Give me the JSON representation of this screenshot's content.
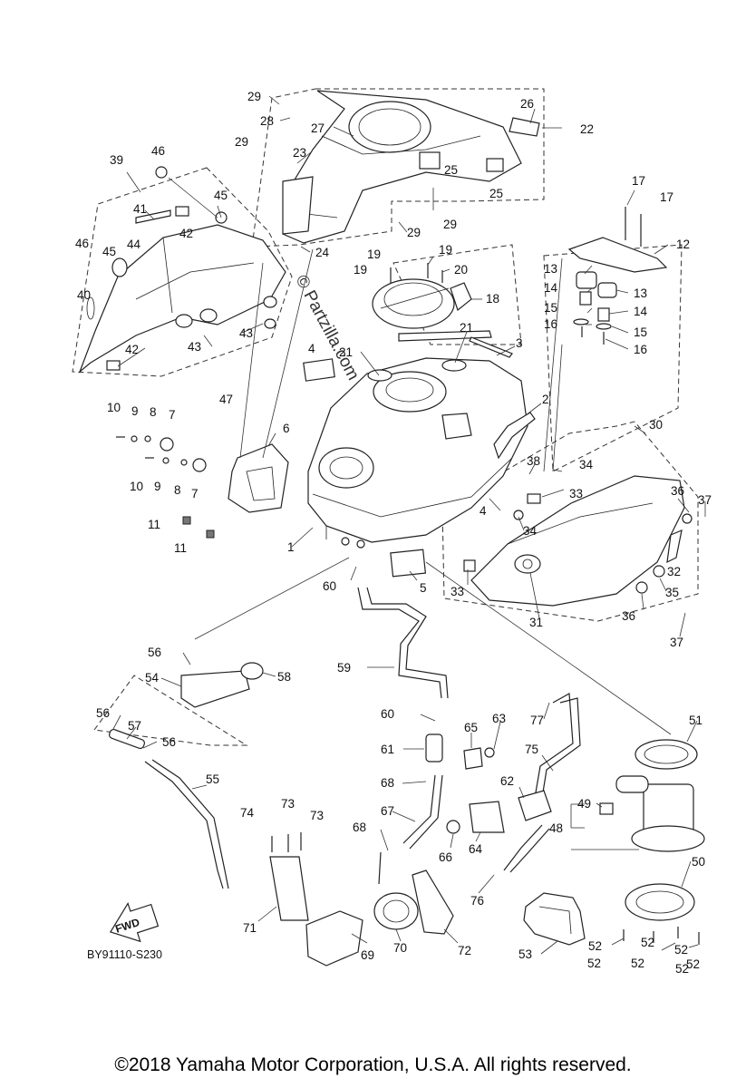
{
  "diagram": {
    "code": "BY91110-S230",
    "copyright": "©2018 Yamaha Motor Corporation, U.S.A. All rights reserved.",
    "watermark": "© Partzilla.com",
    "fwd_label": "FWD",
    "callouts": [
      {
        "id": "c29a",
        "label": "29"
      },
      {
        "id": "c28",
        "label": "28"
      },
      {
        "id": "c27",
        "label": "27"
      },
      {
        "id": "c26",
        "label": "26"
      },
      {
        "id": "c22",
        "label": "22"
      },
      {
        "id": "c29b",
        "label": "29"
      },
      {
        "id": "c23",
        "label": "23"
      },
      {
        "id": "c25a",
        "label": "25"
      },
      {
        "id": "c25b",
        "label": "25"
      },
      {
        "id": "c46a",
        "label": "46"
      },
      {
        "id": "c39",
        "label": "39"
      },
      {
        "id": "c45a",
        "label": "45"
      },
      {
        "id": "c41",
        "label": "41"
      },
      {
        "id": "c42a",
        "label": "42"
      },
      {
        "id": "c29c",
        "label": "29"
      },
      {
        "id": "c29d",
        "label": "29"
      },
      {
        "id": "c24",
        "label": "24"
      },
      {
        "id": "c17a",
        "label": "17"
      },
      {
        "id": "c17b",
        "label": "17"
      },
      {
        "id": "c12",
        "label": "12"
      },
      {
        "id": "c46b",
        "label": "46"
      },
      {
        "id": "c45b",
        "label": "45"
      },
      {
        "id": "c44",
        "label": "44"
      },
      {
        "id": "c19a",
        "label": "19"
      },
      {
        "id": "c19b",
        "label": "19"
      },
      {
        "id": "c19c",
        "label": "19"
      },
      {
        "id": "c20",
        "label": "20"
      },
      {
        "id": "c13a",
        "label": "13"
      },
      {
        "id": "c14a",
        "label": "14"
      },
      {
        "id": "c13b",
        "label": "13"
      },
      {
        "id": "c40",
        "label": "40"
      },
      {
        "id": "c18",
        "label": "18"
      },
      {
        "id": "c15a",
        "label": "15"
      },
      {
        "id": "c14b",
        "label": "14"
      },
      {
        "id": "c43a",
        "label": "43"
      },
      {
        "id": "c16a",
        "label": "16"
      },
      {
        "id": "c15b",
        "label": "15"
      },
      {
        "id": "c42b",
        "label": "42"
      },
      {
        "id": "c43b",
        "label": "43"
      },
      {
        "id": "c21a",
        "label": "21"
      },
      {
        "id": "c3",
        "label": "3"
      },
      {
        "id": "c16b",
        "label": "16"
      },
      {
        "id": "c4a",
        "label": "4"
      },
      {
        "id": "c21b",
        "label": "21"
      },
      {
        "id": "c47",
        "label": "47"
      },
      {
        "id": "c2",
        "label": "2"
      },
      {
        "id": "c10a",
        "label": "10"
      },
      {
        "id": "c9a",
        "label": "9"
      },
      {
        "id": "c8a",
        "label": "8"
      },
      {
        "id": "c7a",
        "label": "7"
      },
      {
        "id": "c6",
        "label": "6"
      },
      {
        "id": "c30",
        "label": "30"
      },
      {
        "id": "c38",
        "label": "38"
      },
      {
        "id": "c34a",
        "label": "34"
      },
      {
        "id": "c10b",
        "label": "10"
      },
      {
        "id": "c9b",
        "label": "9"
      },
      {
        "id": "c8b",
        "label": "8"
      },
      {
        "id": "c7b",
        "label": "7"
      },
      {
        "id": "c33a",
        "label": "33"
      },
      {
        "id": "c36a",
        "label": "36"
      },
      {
        "id": "c37a",
        "label": "37"
      },
      {
        "id": "c4b",
        "label": "4"
      },
      {
        "id": "c11a",
        "label": "11"
      },
      {
        "id": "c34b",
        "label": "34"
      },
      {
        "id": "c11b",
        "label": "11"
      },
      {
        "id": "c1",
        "label": "1"
      },
      {
        "id": "c32",
        "label": "32"
      },
      {
        "id": "c5",
        "label": "5"
      },
      {
        "id": "c33b",
        "label": "33"
      },
      {
        "id": "c35",
        "label": "35"
      },
      {
        "id": "c60a",
        "label": "60"
      },
      {
        "id": "c31",
        "label": "31"
      },
      {
        "id": "c36b",
        "label": "36"
      },
      {
        "id": "c37b",
        "label": "37"
      },
      {
        "id": "c56a",
        "label": "56"
      },
      {
        "id": "c59",
        "label": "59"
      },
      {
        "id": "c54",
        "label": "54"
      },
      {
        "id": "c58",
        "label": "58"
      },
      {
        "id": "c60b",
        "label": "60"
      },
      {
        "id": "c56b",
        "label": "56"
      },
      {
        "id": "c57",
        "label": "57"
      },
      {
        "id": "c63",
        "label": "63"
      },
      {
        "id": "c77",
        "label": "77"
      },
      {
        "id": "c51",
        "label": "51"
      },
      {
        "id": "c56c",
        "label": "56"
      },
      {
        "id": "c65",
        "label": "65"
      },
      {
        "id": "c61",
        "label": "61"
      },
      {
        "id": "c75",
        "label": "75"
      },
      {
        "id": "c55",
        "label": "55"
      },
      {
        "id": "c68a",
        "label": "68"
      },
      {
        "id": "c62",
        "label": "62"
      },
      {
        "id": "c49",
        "label": "49"
      },
      {
        "id": "c67",
        "label": "67"
      },
      {
        "id": "c48",
        "label": "48"
      },
      {
        "id": "c74",
        "label": "74"
      },
      {
        "id": "c73a",
        "label": "73"
      },
      {
        "id": "c73b",
        "label": "73"
      },
      {
        "id": "c68b",
        "label": "68"
      },
      {
        "id": "c66",
        "label": "66"
      },
      {
        "id": "c64",
        "label": "64"
      },
      {
        "id": "c50",
        "label": "50"
      },
      {
        "id": "c76",
        "label": "76"
      },
      {
        "id": "c71",
        "label": "71"
      },
      {
        "id": "c72",
        "label": "72"
      },
      {
        "id": "c53",
        "label": "53"
      },
      {
        "id": "c52a",
        "label": "52"
      },
      {
        "id": "c52b",
        "label": "52"
      },
      {
        "id": "c52c",
        "label": "52"
      },
      {
        "id": "c52d",
        "label": "52"
      },
      {
        "id": "c69",
        "label": "69"
      },
      {
        "id": "c70",
        "label": "70"
      },
      {
        "id": "c52e",
        "label": "52"
      },
      {
        "id": "c52f",
        "label": "52"
      },
      {
        "id": "c52g",
        "label": "52"
      }
    ]
  }
}
